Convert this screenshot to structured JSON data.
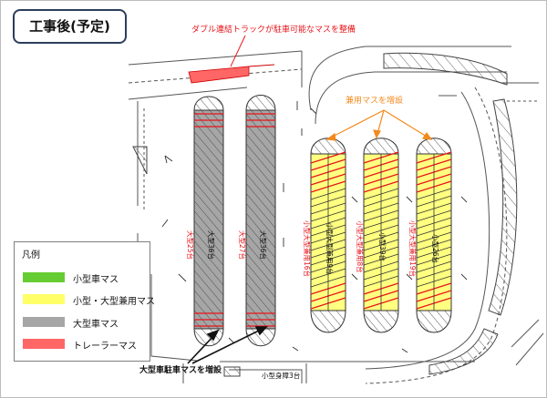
{
  "title": "工事後(予定)",
  "annotations": {
    "top": "ダブル連結トラックが駐車可能なマスを整備",
    "shared": "兼用マスを増設",
    "large": "大型車駐車マスを増設",
    "small_spaces": "小型身障3台"
  },
  "lanes": [
    {
      "kind": "large",
      "label_red": "大型25台",
      "label_black": "大型36台"
    },
    {
      "kind": "large",
      "label_red": "大型27台",
      "label_black": "大型36台"
    },
    {
      "kind": "shared",
      "label_red": "小型大型兼用16台",
      "label_black": "小型大型兼用9台"
    },
    {
      "kind": "shared",
      "label_red": "小型大型兼用8台",
      "label_black": "小型39台"
    },
    {
      "kind": "shared",
      "label_red": "小型大型兼用19台",
      "label_black": "小型26台"
    }
  ],
  "legend": {
    "title": "凡例",
    "items": [
      {
        "label": "小型車マス",
        "color": "#66cc33"
      },
      {
        "label": "小型・大型兼用マス",
        "color": "#ffff66"
      },
      {
        "label": "大型車マス",
        "color": "#a6a6a6"
      },
      {
        "label": "トレーラーマス",
        "color": "#ff6666"
      }
    ]
  },
  "colors": {
    "red": "#e8141b",
    "orange": "#f28a1c",
    "gray": "#a6a6a6",
    "yellow": "#ffff80"
  }
}
